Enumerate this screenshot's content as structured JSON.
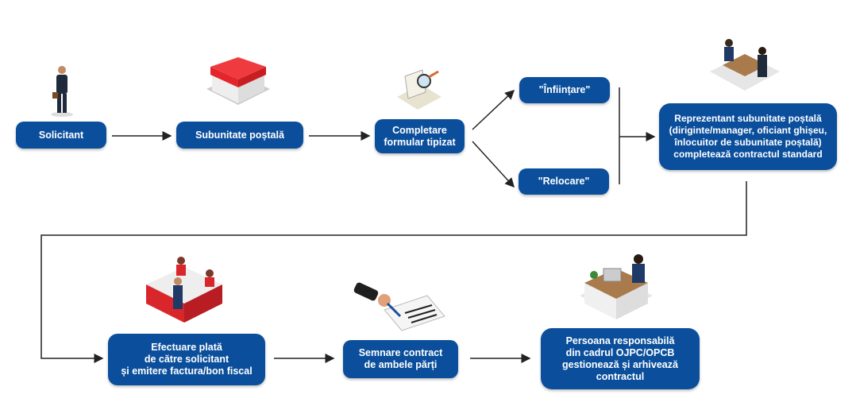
{
  "colors": {
    "box": "#0b4f9c",
    "arrow": "#222222"
  },
  "steps": {
    "solicitant": "Solicitant",
    "subunitate": "Subunitate poștală",
    "completare": "Completare\nformular tipizat",
    "infiintare": "\"Înființare\"",
    "relocare": "\"Relocare\"",
    "reprezentant": "Reprezentant subunitate poștală\n(diriginte/manager, oficiant ghișeu,\nînlocuitor de subunitate poștală)\ncompletează contractul standard",
    "efectuare": "Efectuare plată\nde către solicitant\nși emitere factura/bon fiscal",
    "semnare": "Semnare contract\nde ambele părți",
    "persoana": "Persoana responsabilă\ndin cadrul OJPC/OPCB\ngestionează și arhivează\ncontractul"
  }
}
